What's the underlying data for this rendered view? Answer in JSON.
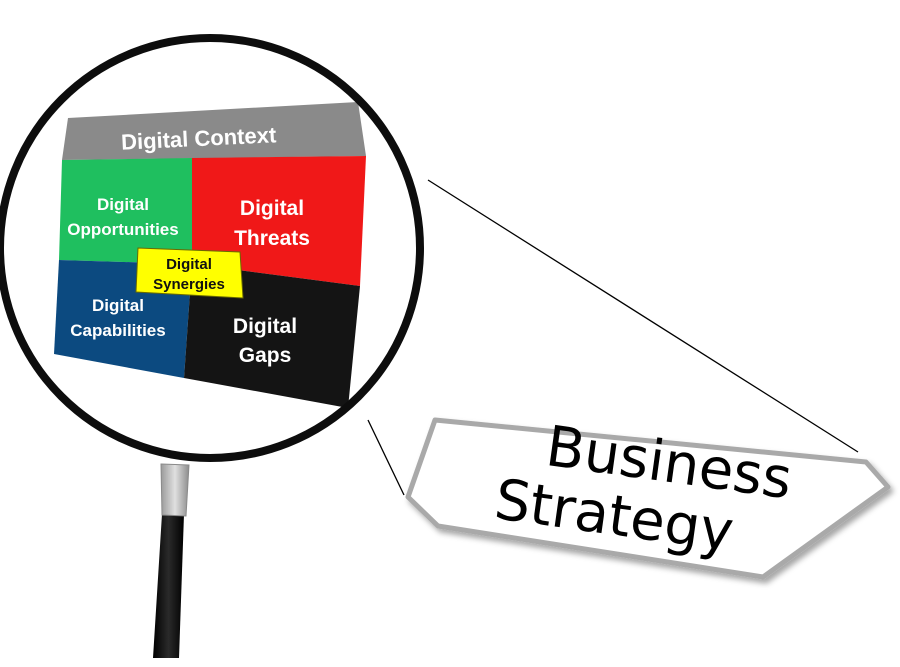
{
  "context": {
    "label": "Digital Context",
    "color": "#8a8a8a"
  },
  "quadrants": {
    "opportunities": {
      "line1": "Digital",
      "line2": "Opportunities",
      "color": "#1fbf5f"
    },
    "threats": {
      "line1": "Digital",
      "line2": "Threats",
      "color": "#f01818"
    },
    "capabilities": {
      "line1": "Digital",
      "line2": "Capabilities",
      "color": "#0c4a80"
    },
    "gaps": {
      "line1": "Digital",
      "line2": "Gaps",
      "color": "#141414"
    }
  },
  "synergies": {
    "line1": "Digital",
    "line2": "Synergies",
    "color": "#ffff00"
  },
  "strategy_card": {
    "line1": "Business",
    "line2": "Strategy"
  }
}
